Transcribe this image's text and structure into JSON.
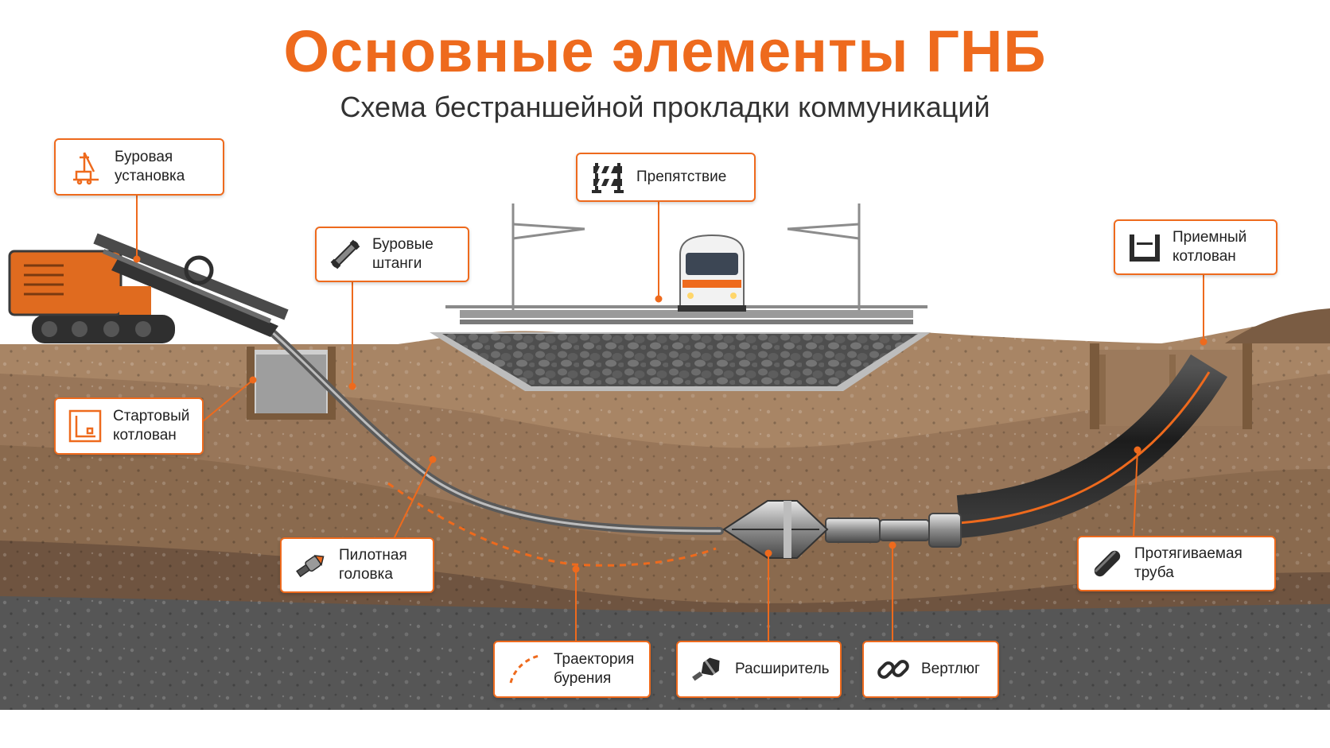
{
  "header": {
    "title": "Основные элементы ГНБ",
    "subtitle": "Схема бестраншейной прокладки коммуникаций"
  },
  "callouts": {
    "drilling_rig": "Буровая\nустановка",
    "obstacle": "Препятствие",
    "drill_rods": "Буровые\nштанги",
    "receiving_pit": "Приемный\nкотлован",
    "starting_pit": "Стартовый\nкотлован",
    "pilot_head": "Пилотная\nголовка",
    "pulled_pipe": "Протягиваемая\nтруба",
    "trajectory": "Траектория\nбурения",
    "reamer": "Расширитель",
    "swivel": "Вертлюг"
  },
  "colors": {
    "accent": "#ee6a1d",
    "soil_light": "#a88565",
    "soil_mid": "#8a6a4e",
    "soil_dark": "#6f5440",
    "gravel": "#5a5a5a",
    "pipe": "#2b2b2b"
  },
  "icons": {
    "drilling_rig": "drilling-rig-icon",
    "obstacle": "barrier-icon",
    "drill_rods": "drill-rod-icon",
    "receiving_pit": "pit-icon",
    "starting_pit": "pit-frame-icon",
    "pilot_head": "pilot-head-icon",
    "pulled_pipe": "pipe-icon",
    "trajectory": "dashed-arc-icon",
    "reamer": "reamer-icon",
    "swivel": "chain-link-icon"
  }
}
